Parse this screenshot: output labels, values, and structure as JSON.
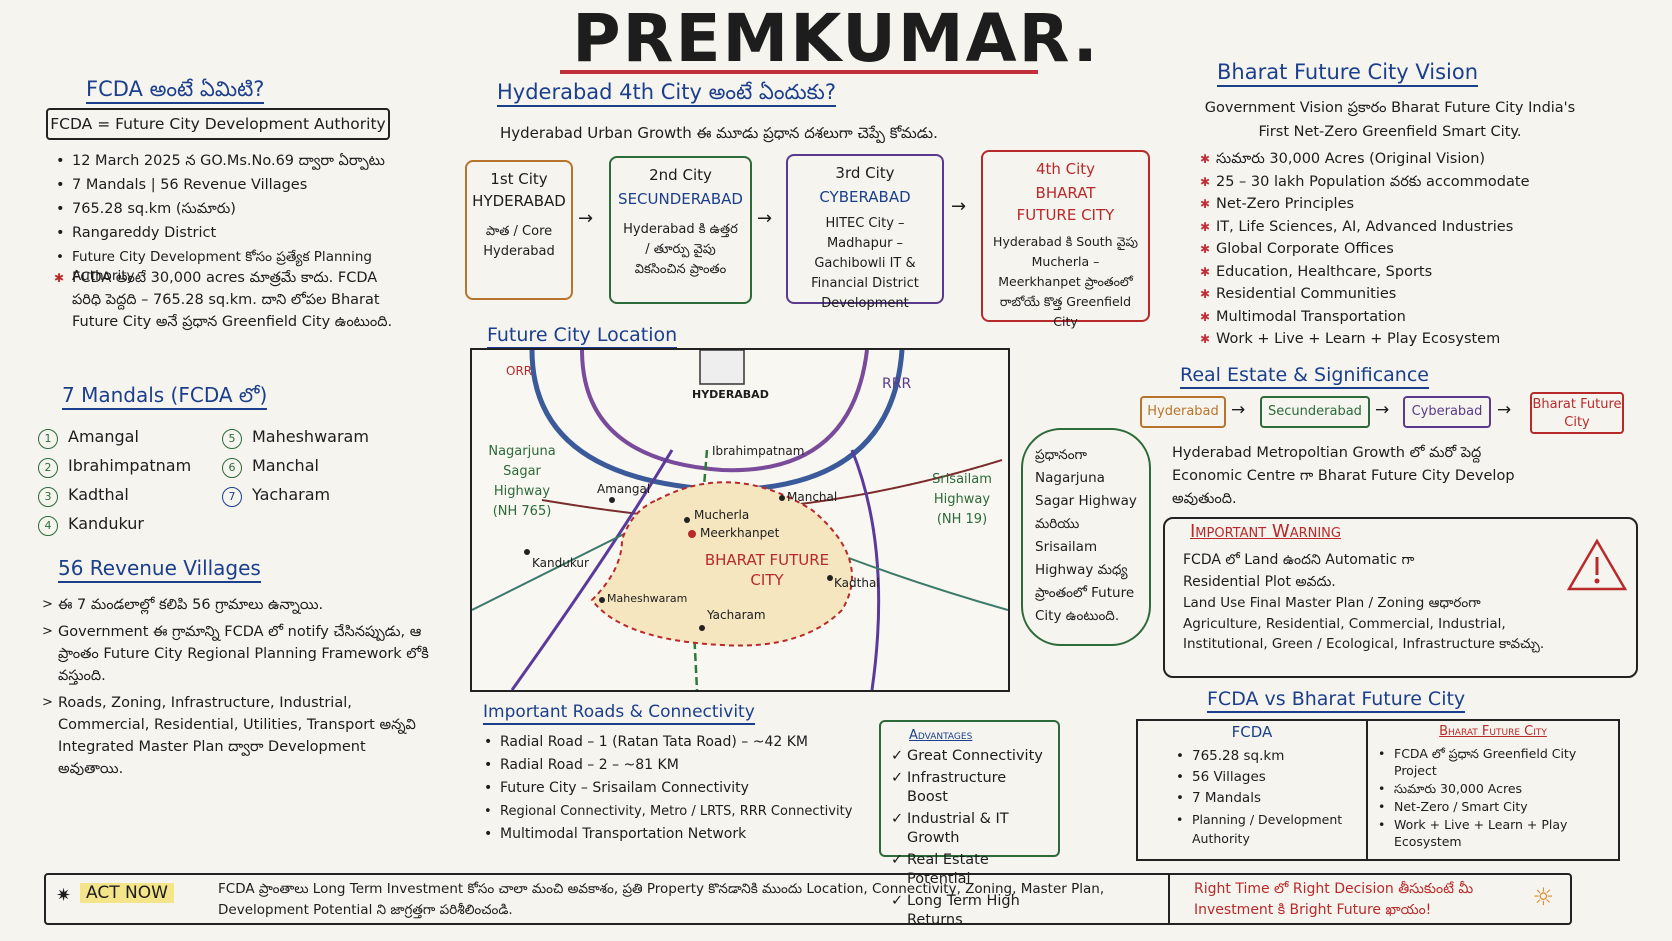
{
  "title": "PREMKUMAR.",
  "fcda": {
    "heading": "FCDA అంటే ఏమిటి?",
    "definition": "FCDA = Future City Development Authority",
    "bullets": [
      "12 March 2025 న GO.Ms.No.69 ద్వారా ఏర్పాటు",
      "7 Mandals | 56 Revenue Villages",
      "765.28 sq.km (సుమారు)",
      "Rangareddy District",
      "Future City Development కోసం ప్రత్యేక Planning Authority"
    ],
    "note": "FCDA అంటే 30,000 acres మాత్రమే కాదు. FCDA పరిధి పెద్దది – 765.28 sq.km. దాని లోపల Bharat Future City అనే ప్రధాన Greenfield City ఉంటుంది."
  },
  "mandals": {
    "heading": "7 Mandals (FCDA లో)",
    "items": [
      {
        "n": "1",
        "name": "Amangal"
      },
      {
        "n": "2",
        "name": "Ibrahimpatnam"
      },
      {
        "n": "3",
        "name": "Kadthal"
      },
      {
        "n": "4",
        "name": "Kandukur"
      },
      {
        "n": "5",
        "name": "Maheshwaram"
      },
      {
        "n": "6",
        "name": "Manchal"
      },
      {
        "n": "7",
        "name": "Yacharam"
      }
    ]
  },
  "villages": {
    "heading": "56 Revenue Villages",
    "items": [
      "ఈ 7 మండలాల్లో కలిపి 56 గ్రామాలు ఉన్నాయి.",
      "Government ఈ గ్రామాన్ని FCDA లో notify చేసినప్పుడు, ఆ ప్రాంతం Future City Regional Planning Framework లోకి వస్తుంది.",
      "Roads, Zoning, Infrastructure, Industrial, Commercial, Residential, Utilities, Transport అన్నవి Integrated Master Plan ద్వారా Development అవుతాయి."
    ]
  },
  "fourth_city": {
    "heading": "Hyderabad 4th City అంటే ఏందుకు?",
    "subtitle": "Hyderabad Urban Growth ఈ మూడు ప్రధాన దశలుగా చెప్పే కోమడు.",
    "cities": [
      {
        "num": "1st City",
        "name": "HYDERABAD",
        "desc": "పాత / Core Hyderabad",
        "color": "#b7742c"
      },
      {
        "num": "2nd City",
        "name": "SECUNDERABAD",
        "desc": "Hyderabad కి ఉత్తర / తూర్పు వైపు వికసించిన ప్రాంతం",
        "color": "#2c6a3a"
      },
      {
        "num": "3rd City",
        "name": "CYBERABAD",
        "desc": "HITEC City – Madhapur – Gachibowli IT & Financial District Development",
        "color": "#5a3a8c"
      },
      {
        "num": "4th City",
        "name": "BHARAT FUTURE CITY",
        "desc": "Hyderabad కి South వైపు Mucherla – Meerkhanpet ప్రాంతంలో రాబోయే కొత్త Greenfield City",
        "color": "#b82a2a"
      }
    ]
  },
  "location": {
    "heading": "Future City Location",
    "labels": {
      "orr": "ORR",
      "rrr": "RRR",
      "hyderabad": "HYDERABAD",
      "ibrahimpatnam": "Ibrahimpatnam",
      "amangal": "Amangal",
      "manchal": "Manchal",
      "mucherla": "Mucherla",
      "meerkhanpet": "Meerkhanpet",
      "kandukur": "Kandukur",
      "bfc": "BHARAT FUTURE CITY",
      "maheshwaram": "Maheshwaram",
      "yacharam": "Yacharam",
      "kadthal": "Kadthal",
      "nagarjuna": "Nagarjuna Sagar Highway (NH 765)",
      "srisailam": "Srisailam Highway (NH 19)"
    },
    "side_note": "ప్రధానంగా Nagarjuna Sagar Highway మరియు Srisailam Highway మధ్య ప్రాంతంలో Future City ఉంటుంది."
  },
  "roads": {
    "heading": "Important Roads & Connectivity",
    "items": [
      "Radial Road – 1 (Ratan Tata Road) – ~42 KM",
      "Radial Road – 2 – ~81 KM",
      "Future City – Srisailam Connectivity",
      "Regional Connectivity, Metro / LRTS, RRR Connectivity",
      "Multimodal Transportation Network"
    ]
  },
  "advantages": {
    "heading": "Advantages",
    "items": [
      "Great Connectivity",
      "Infrastructure Boost",
      "Industrial & IT Growth",
      "Real Estate Potential",
      "Long Term High Returns"
    ]
  },
  "vision": {
    "heading": "Bharat Future City Vision",
    "intro": "Government Vision ప్రకారం Bharat Future City India's First Net-Zero Greenfield Smart City.",
    "items": [
      "సుమారు 30,000 Acres (Original Vision)",
      "25 – 30 lakh Population వరకు accommodate",
      "Net-Zero Principles",
      "IT, Life Sciences, AI, Advanced Industries",
      "Global Corporate Offices",
      "Education, Healthcare, Sports",
      "Residential Communities",
      "Multimodal Transportation",
      "Work + Live + Learn + Play Ecosystem"
    ]
  },
  "realestate": {
    "heading": "Real Estate & Significance",
    "chain": [
      "Hyderabad",
      "Secunderabad",
      "Cyberabad",
      "Bharat Future City"
    ],
    "desc": "Hyderabad Metropoltian Growth లో మరో పెద్ద Economic Centre గా Bharat Future City Develop అవుతుంది."
  },
  "warning": {
    "heading": "Important Warning",
    "line1": "FCDA లో Land ఉందని Automatic గా Residential Plot అవదు.",
    "line2": "Land Use Final Master Plan / Zoning ఆధారంగా Agriculture, Residential, Commercial, Industrial, Institutional, Green / Ecological, Infrastructure కావచ్చు."
  },
  "compare": {
    "heading": "FCDA vs Bharat Future City",
    "left_title": "FCDA",
    "left": [
      "765.28 sq.km",
      "56 Villages",
      "7 Mandals",
      "Planning / Development Authority"
    ],
    "right_title": "Bharat Future City",
    "right": [
      "FCDA లో ప్రధాన Greenfield City Project",
      "సుమారు 30,000 Acres",
      "Net-Zero / Smart City",
      "Work + Live + Learn + Play Ecosystem"
    ]
  },
  "act": {
    "label": "ACT NOW",
    "text": "FCDA ప్రాంతాలు Long Term Investment కోసం చాలా మంచి అవకాశం, ప్రతి Property కొనడానికి ముందు Location, Connectivity, Zoning, Master Plan, Development Potential ని జాగ్రత్తగా పరిశీలించండి.",
    "right": "Right Time లో Right Decision తీసుకుంటే మీ Investment కి Bright Future ఖాయం!"
  }
}
